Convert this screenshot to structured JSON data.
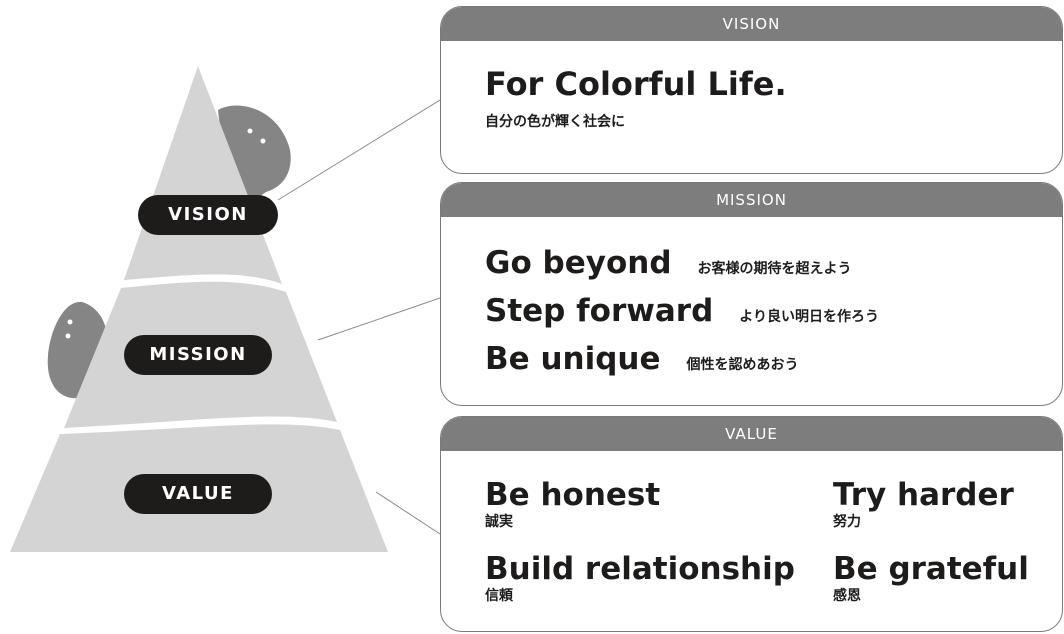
{
  "pyramid": {
    "vision_label": "VISION",
    "mission_label": "MISSION",
    "value_label": "VALUE"
  },
  "vision": {
    "header": "VISION",
    "title": "For Colorful Life.",
    "subtitle": "自分の色が輝く社会に"
  },
  "mission": {
    "header": "MISSION",
    "items": [
      {
        "en": "Go beyond",
        "jp": "お客様の期待を超えよう"
      },
      {
        "en": "Step forward",
        "jp": "より良い明日を作ろう"
      },
      {
        "en": "Be unique",
        "jp": "個性を認めあおう"
      }
    ]
  },
  "value": {
    "header": "VALUE",
    "items": [
      {
        "en": "Be honest",
        "jp": "誠実"
      },
      {
        "en": "Try harder",
        "jp": "努力"
      },
      {
        "en": "Build relationship",
        "jp": "信頼"
      },
      {
        "en": "Be grateful",
        "jp": "感恩"
      }
    ]
  },
  "colors": {
    "pyramid_fill": "#d4d4d4",
    "character_fill": "#858585",
    "pill_fill": "#1e1b1b",
    "card_header": "#7d7d7d"
  }
}
